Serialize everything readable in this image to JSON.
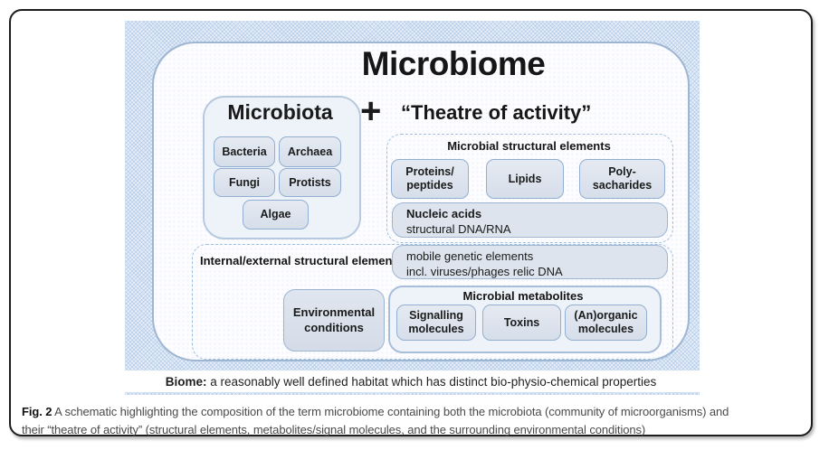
{
  "colors": {
    "frame_black": "#1d1d1d",
    "hatch_blue": "#cfdff0",
    "panel_border_blue": "#9fb6d2",
    "chip_fill": "#dde4ee",
    "panel_fill_light": "#eef3fa"
  },
  "diagram": {
    "title": "Microbiome",
    "plus_sign": "+",
    "theatre_heading": "“Theatre of activity”",
    "microbiota": {
      "heading": "Microbiota",
      "members": [
        "Bacteria",
        "Archaea",
        "Fungi",
        "Protists",
        "Algae"
      ]
    },
    "microbial_structural": {
      "heading": "Microbial structural elements",
      "proteins": "Proteins/\npeptides",
      "lipids": "Lipids",
      "polysacharides": "Poly-\nsacharides",
      "nucleic_acids_title": "Nucleic acids",
      "nucleic_acids_sub": "structural DNA/RNA"
    },
    "internal_external": {
      "heading": "Internal/external structural elements",
      "mobile_genetic_line1": "mobile genetic elements",
      "mobile_genetic_line2": "incl. viruses/phages relic DNA",
      "environmental": "Environmental\nconditions"
    },
    "metabolites": {
      "heading": "Microbial metabolites",
      "signalling": "Signalling\nmolecules",
      "toxins": "Toxins",
      "anorganic": "(An)organic\nmolecules"
    },
    "biome_note": {
      "label": "Biome:",
      "text": " a reasonably well defined habitat which has distinct bio-physio-chemical properties"
    }
  },
  "caption": {
    "label": "Fig. 2",
    "line1": " A schematic highlighting the composition of the term microbiome containing both the microbiota (community of microorganisms) and",
    "line2": "their “theatre of activity” (structural elements, metabolites/signal molecules, and the surrounding environmental conditions)"
  }
}
